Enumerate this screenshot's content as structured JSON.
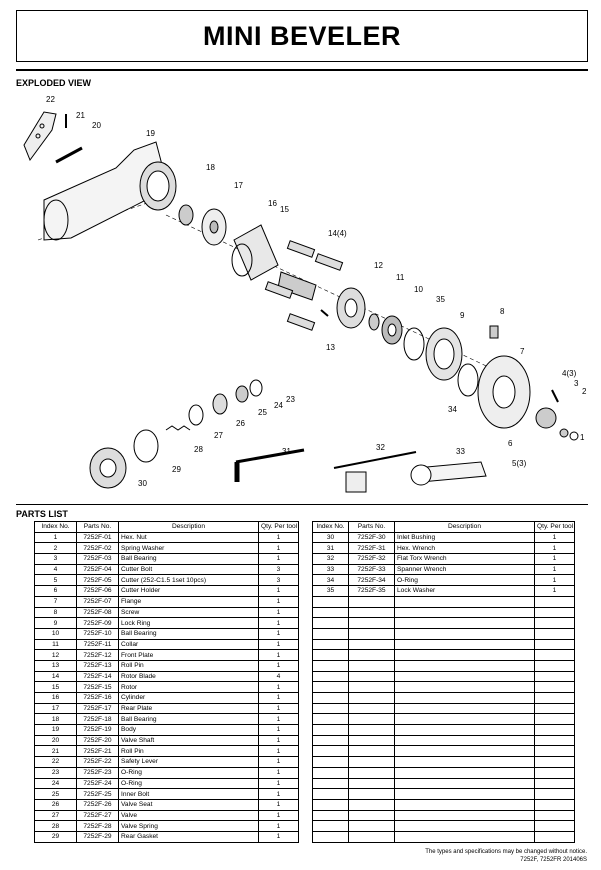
{
  "title": "MINI BEVELER",
  "exploded_heading": "EXPLODED VIEW",
  "parts_heading": "PARTS LIST",
  "columns": {
    "index": "Index No.",
    "part": "Parts No.",
    "desc": "Description",
    "qty": "Qty. Per tool"
  },
  "callouts": [
    "22",
    "21",
    "20",
    "19",
    "18",
    "17",
    "16",
    "15",
    "14(4)",
    "12",
    "11",
    "10",
    "35",
    "9",
    "8",
    "13",
    "7",
    "4(3)",
    "3",
    "2",
    "1",
    "6",
    "5(3)",
    "34",
    "23",
    "24",
    "25",
    "26",
    "27",
    "28",
    "29",
    "30",
    "31",
    "32",
    "33"
  ],
  "parts_left": [
    {
      "i": "1",
      "p": "7252F-01",
      "d": "Hex. Nut",
      "q": "1"
    },
    {
      "i": "2",
      "p": "7252F-02",
      "d": "Spring Washer",
      "q": "1"
    },
    {
      "i": "3",
      "p": "7252F-03",
      "d": "Ball Bearing",
      "q": "1"
    },
    {
      "i": "4",
      "p": "7252F-04",
      "d": "Cutter Bolt",
      "q": "3"
    },
    {
      "i": "5",
      "p": "7252F-05",
      "d": "Cutter (252-C1.5 1set 10pcs)",
      "q": "3"
    },
    {
      "i": "6",
      "p": "7252F-06",
      "d": "Cutter Holder",
      "q": "1"
    },
    {
      "i": "7",
      "p": "7252F-07",
      "d": "Flange",
      "q": "1"
    },
    {
      "i": "8",
      "p": "7252F-08",
      "d": "Screw",
      "q": "1"
    },
    {
      "i": "9",
      "p": "7252F-09",
      "d": "Lock Ring",
      "q": "1"
    },
    {
      "i": "10",
      "p": "7252F-10",
      "d": "Ball Bearing",
      "q": "1"
    },
    {
      "i": "11",
      "p": "7252F-11",
      "d": "Collar",
      "q": "1"
    },
    {
      "i": "12",
      "p": "7252F-12",
      "d": "Front Plate",
      "q": "1"
    },
    {
      "i": "13",
      "p": "7252F-13",
      "d": "Roll Pin",
      "q": "1"
    },
    {
      "i": "14",
      "p": "7252F-14",
      "d": "Rotor Blade",
      "q": "4"
    },
    {
      "i": "15",
      "p": "7252F-15",
      "d": "Rotor",
      "q": "1"
    },
    {
      "i": "16",
      "p": "7252F-16",
      "d": "Cylinder",
      "q": "1"
    },
    {
      "i": "17",
      "p": "7252F-17",
      "d": "Rear Plate",
      "q": "1"
    },
    {
      "i": "18",
      "p": "7252F-18",
      "d": "Ball Bearing",
      "q": "1"
    },
    {
      "i": "19",
      "p": "7252F-19",
      "d": "Body",
      "q": "1"
    },
    {
      "i": "20",
      "p": "7252F-20",
      "d": "Valve Shaft",
      "q": "1"
    },
    {
      "i": "21",
      "p": "7252F-21",
      "d": "Roll Pin",
      "q": "1"
    },
    {
      "i": "22",
      "p": "7252F-22",
      "d": "Safety Lever",
      "q": "1"
    },
    {
      "i": "23",
      "p": "7252F-23",
      "d": "O-Ring",
      "q": "1"
    },
    {
      "i": "24",
      "p": "7252F-24",
      "d": "O-Ring",
      "q": "1"
    },
    {
      "i": "25",
      "p": "7252F-25",
      "d": "Inner Bolt",
      "q": "1"
    },
    {
      "i": "26",
      "p": "7252F-26",
      "d": "Valve Seat",
      "q": "1"
    },
    {
      "i": "27",
      "p": "7252F-27",
      "d": "Valve",
      "q": "1"
    },
    {
      "i": "28",
      "p": "7252F-28",
      "d": "Valve Spring",
      "q": "1"
    },
    {
      "i": "29",
      "p": "7252F-29",
      "d": "Rear Gasket",
      "q": "1"
    }
  ],
  "parts_right": [
    {
      "i": "30",
      "p": "7252F-30",
      "d": "Inlet Bushing",
      "q": "1"
    },
    {
      "i": "31",
      "p": "7252F-31",
      "d": "Hex. Wrench",
      "q": "1"
    },
    {
      "i": "32",
      "p": "7252F-32",
      "d": "Flat Torx Wrench",
      "q": "1"
    },
    {
      "i": "33",
      "p": "7252F-33",
      "d": "Spanner Wrench",
      "q": "1"
    },
    {
      "i": "34",
      "p": "7252F-34",
      "d": "O-Ring",
      "q": "1"
    },
    {
      "i": "35",
      "p": "7252F-35",
      "d": "Lock Washer",
      "q": "1"
    }
  ],
  "notice_line1": "The types and specifications may be changed without notice.",
  "notice_line2": "7252F, 7252FR  201406S"
}
